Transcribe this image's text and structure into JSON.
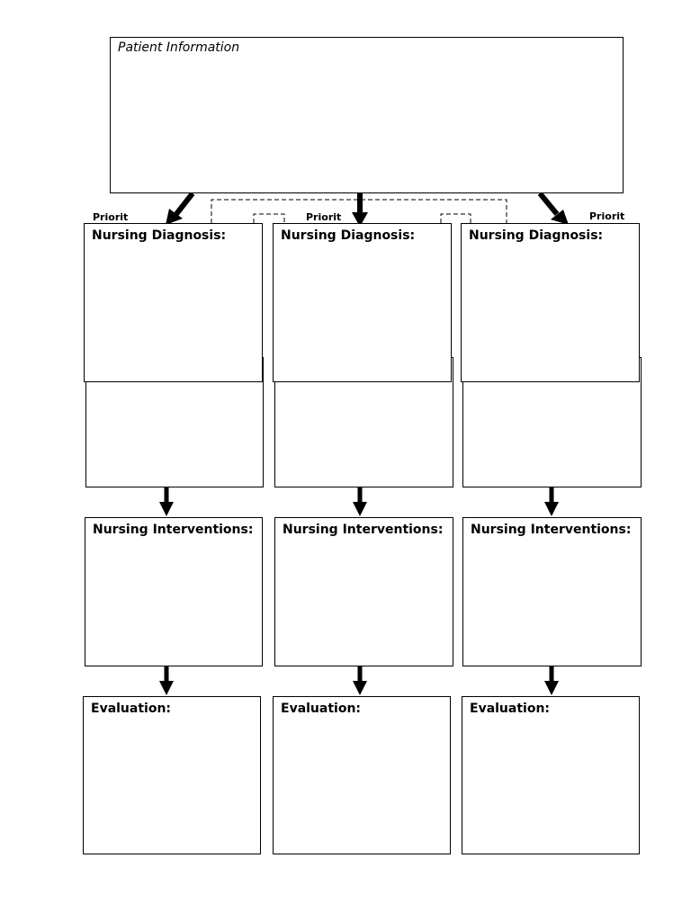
{
  "patient": {
    "label": "Patient Information"
  },
  "priority": {
    "label": "Priorit"
  },
  "columns": [
    {
      "diagnosis": "Nursing Diagnosis:",
      "interventions": "Nursing Interventions:",
      "evaluation": "Evaluation:"
    },
    {
      "diagnosis": "Nursing Diagnosis:",
      "interventions": "Nursing Interventions:",
      "evaluation": "Evaluation:"
    },
    {
      "diagnosis": "Nursing Diagnosis:",
      "interventions": "Nursing Interventions:",
      "evaluation": "Evaluation:"
    }
  ]
}
